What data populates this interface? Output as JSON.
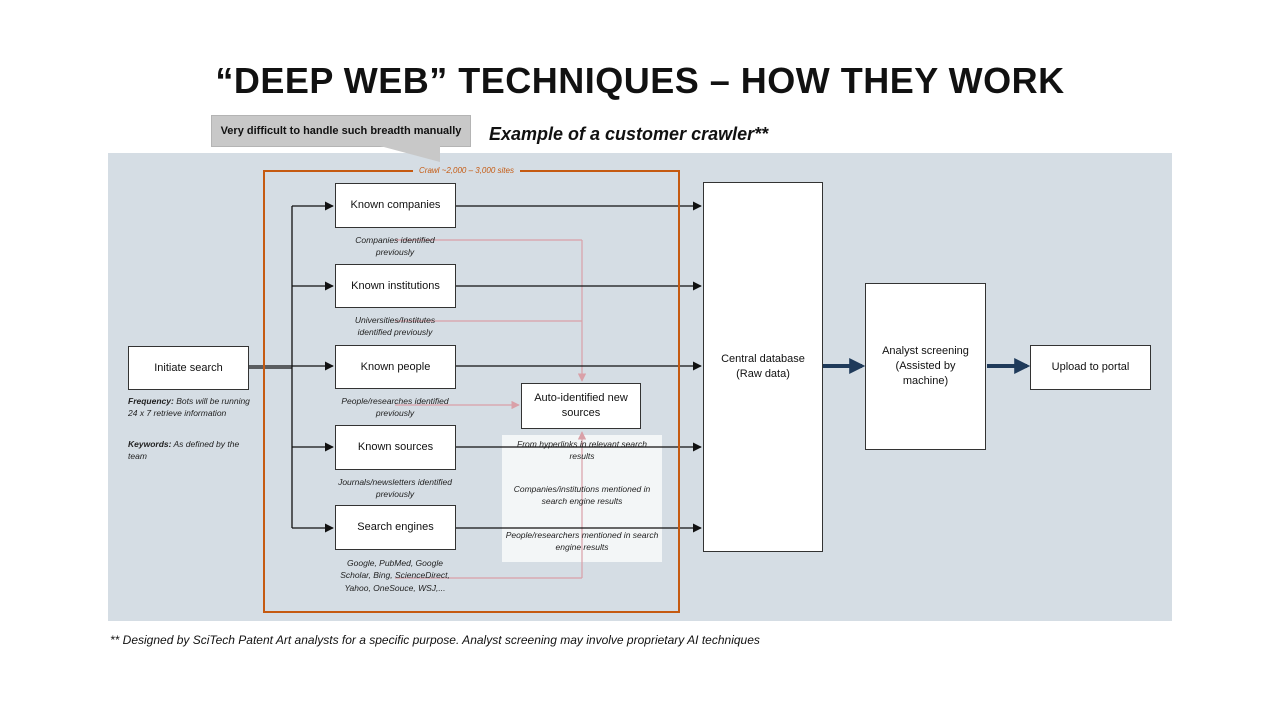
{
  "title": "“DEEP WEB” TECHNIQUES – HOW THEY WORK",
  "callout": "Very difficult to handle such breadth manually",
  "subtitle": "Example of a customer crawler**",
  "crawl_label": "Crawl ~2,000 – 3,000 sites",
  "initiate": {
    "label": "Initiate search",
    "frequency_label": "Frequency:",
    "frequency_text": "Bots will be running 24 x 7 retrieve information",
    "keywords_label": "Keywords:",
    "keywords_text": "As defined by the team"
  },
  "sources": [
    {
      "label": "Known companies",
      "note": "Companies identified previously"
    },
    {
      "label": "Known institutions",
      "note": "Universities/Institutes identified previously"
    },
    {
      "label": "Known people",
      "note": "People/researches identified previously"
    },
    {
      "label": "Known sources",
      "note": "Journals/newsletters identified previously"
    },
    {
      "label": "Search engines",
      "note": "Google, PubMed, Google Scholar, Bing, ScienceDirect, Yahoo, OneSouce, WSJ,..."
    }
  ],
  "auto_identified": {
    "label": "Auto-identified new sources",
    "notes": [
      "From hyperlinks in relevant search results",
      "Companies/institutions mentioned in search engine results",
      "People/researchers mentioned in search engine results"
    ]
  },
  "central_db": "Central database (Raw data)",
  "analyst": "Analyst screening (Assisted by machine)",
  "upload": "Upload to portal",
  "footer": "** Designed by SciTech Patent Art analysts for a specific purpose. Analyst screening may involve proprietary AI techniques",
  "colors": {
    "panel": "#d5dde4",
    "crawl_border": "#c55a11",
    "feedback_line": "#d9a0a8",
    "thick_arrow": "#1f3a5a"
  }
}
